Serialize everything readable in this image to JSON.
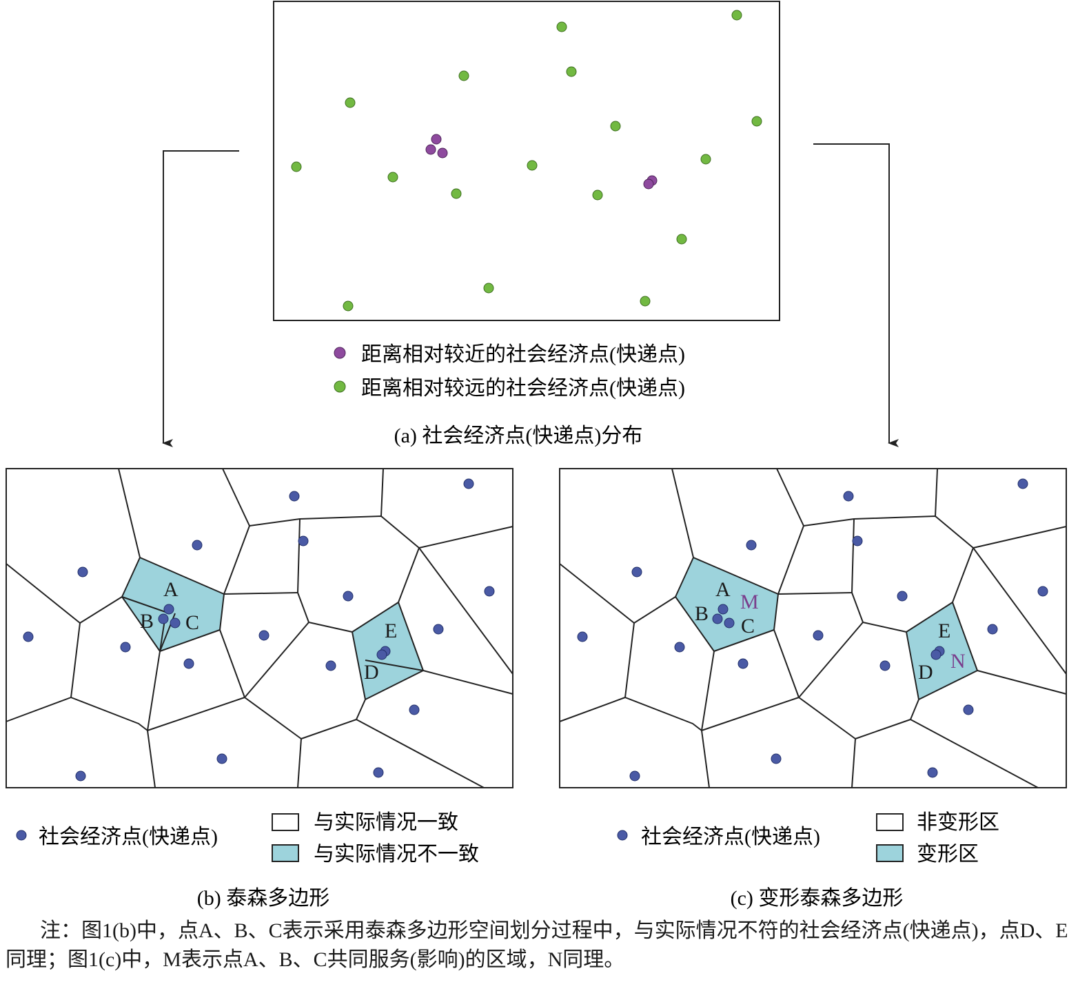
{
  "colors": {
    "purple_point": "#8e4a9e",
    "green_point": "#72b942",
    "blue_point": "#4a5aa5",
    "fill_highlight": "#9dd3dc",
    "stroke": "#222222",
    "label_purple": "#7a3d8c"
  },
  "panel_a": {
    "caption": "(a) 社会经济点(快递点)分布",
    "legend": [
      {
        "label": "距离相对较近的社会经济点(快递点)",
        "color": "purple"
      },
      {
        "label": "距离相对较远的社会经济点(快递点)",
        "color": "green"
      }
    ]
  },
  "panel_b": {
    "caption": "(b) 泰森多边形",
    "point_labels": [
      "A",
      "B",
      "C",
      "D",
      "E"
    ],
    "legend_point": "社会经济点(快递点)",
    "legend_boxes": [
      {
        "label": "与实际情况一致",
        "fill": "white"
      },
      {
        "label": "与实际情况不一致",
        "fill": "highlight"
      }
    ]
  },
  "panel_c": {
    "caption": "(c) 变形泰森多边形",
    "point_labels": [
      "A",
      "B",
      "C",
      "D",
      "E"
    ],
    "region_labels": [
      "M",
      "N"
    ],
    "legend_point": "社会经济点(快递点)",
    "legend_boxes": [
      {
        "label": "非变形区",
        "fill": "white"
      },
      {
        "label": "变形区",
        "fill": "highlight"
      }
    ]
  },
  "note": "注：图1(b)中，点A、B、C表示采用泰森多边形空间划分过程中，与实际情况不符的社会经济点(快递点)，点D、E同理；图1(c)中，M表示点A、B、C共同服务(影响)的区域，N同理。"
}
